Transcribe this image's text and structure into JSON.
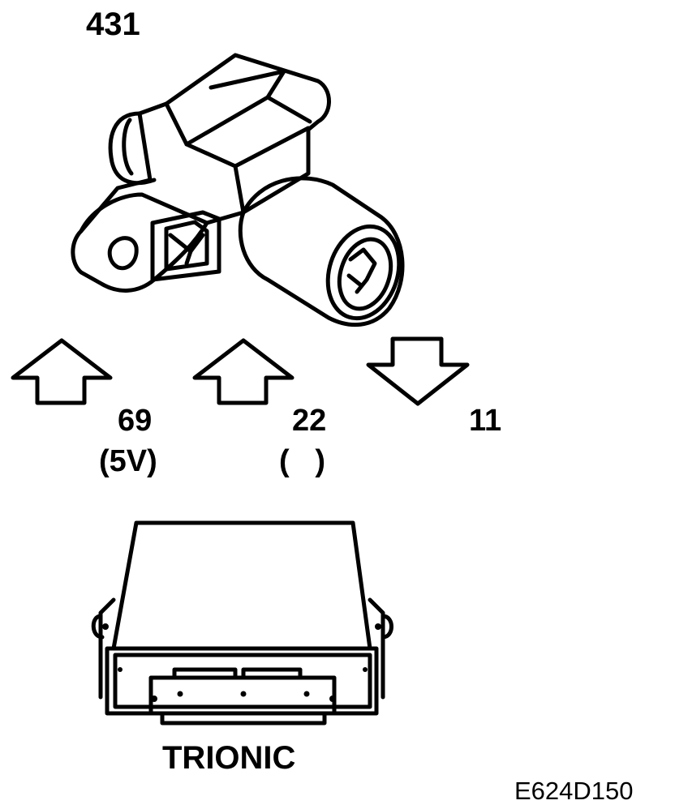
{
  "component": {
    "number": "431"
  },
  "signals": [
    {
      "pin": "69",
      "sub": "(5V)",
      "direction": "up"
    },
    {
      "pin": "22",
      "sub": "(   )",
      "direction": "up"
    },
    {
      "pin": "11",
      "sub": "",
      "direction": "down"
    }
  ],
  "control_unit": {
    "name": "TRIONIC"
  },
  "figure_ref": "E624D150"
}
